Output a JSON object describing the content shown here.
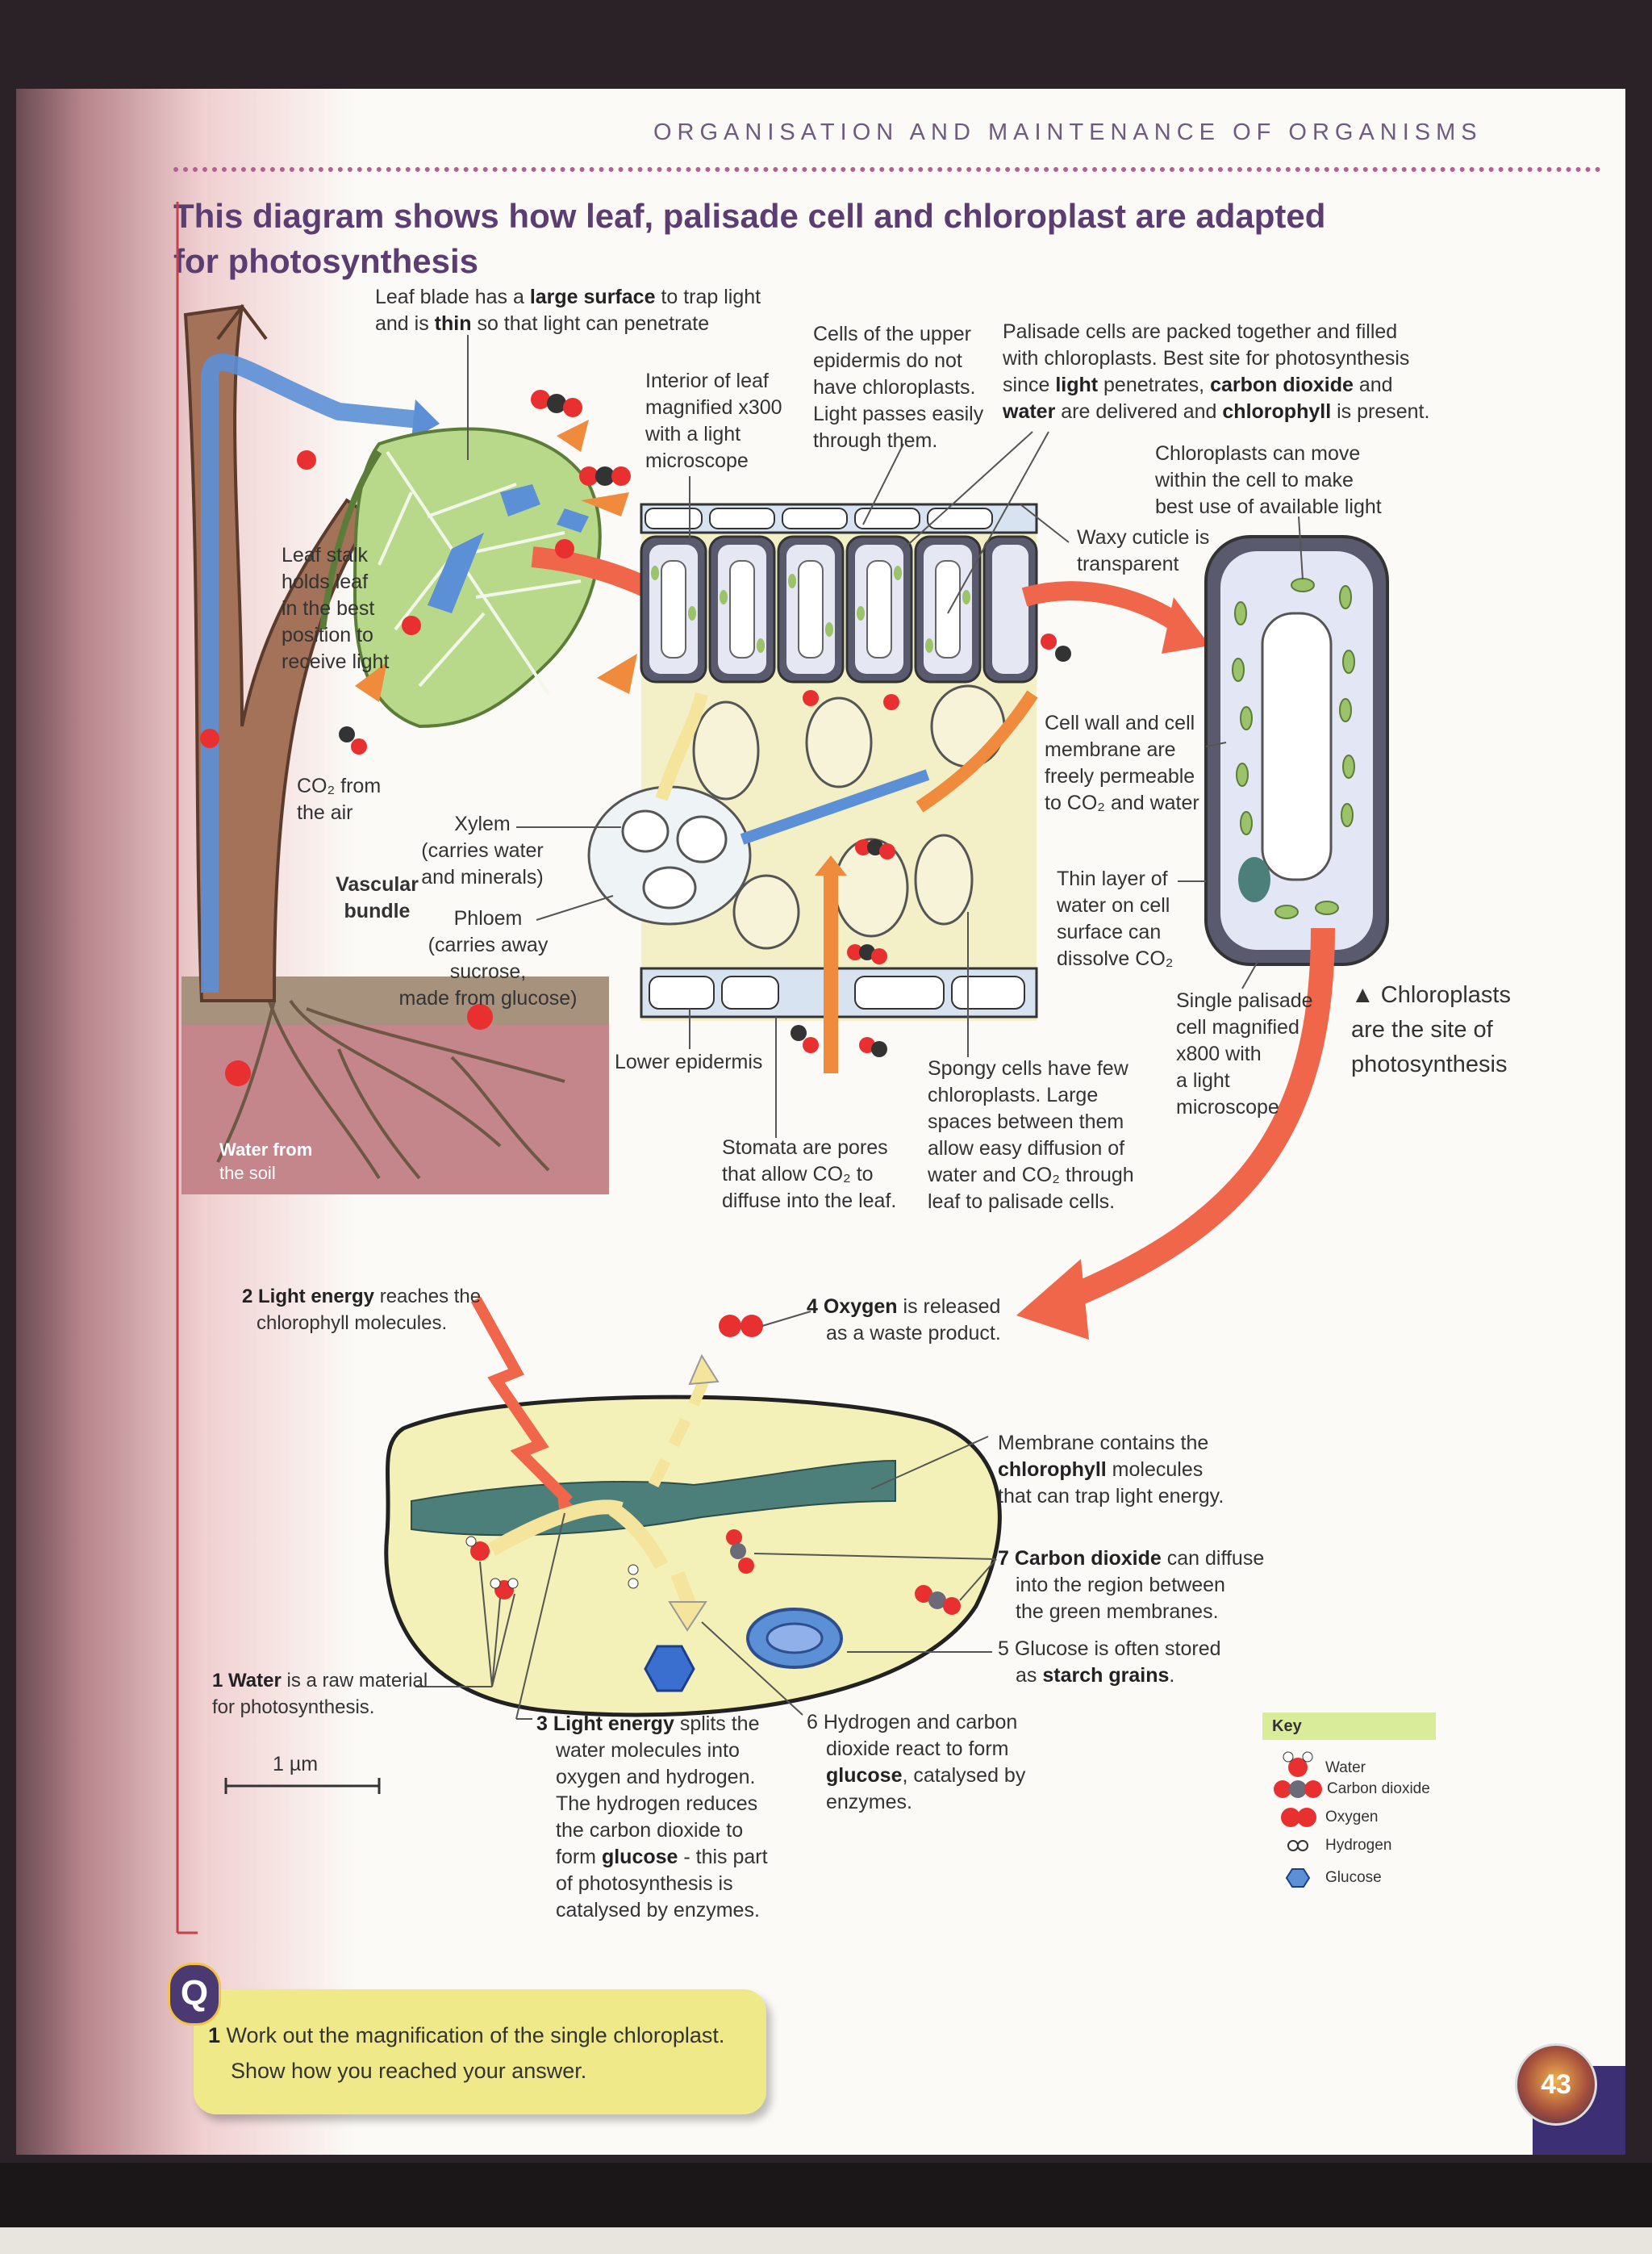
{
  "header": {
    "running_head": "ORGANISATION AND MAINTENANCE OF ORGANISMS",
    "title": "This diagram shows how leaf, palisade cell and chloroplast are adapted for photosynthesis"
  },
  "labels": {
    "leaf_blade_1": "Leaf blade has a ",
    "leaf_blade_b1": "large surface",
    "leaf_blade_2": " to trap light",
    "leaf_blade_3": "and is ",
    "leaf_blade_b2": "thin",
    "leaf_blade_4": " so that light can penetrate",
    "interior_leaf": [
      "Interior of leaf",
      "magnified x300",
      "with a light",
      "microscope"
    ],
    "upper_epidermis": [
      "Cells of the upper",
      "epidermis do not",
      "have chloroplasts.",
      "Light passes easily",
      "through them."
    ],
    "palisade_1": "Palisade cells are packed together and filled",
    "palisade_2": "with chloroplasts. Best site for photosynthesis",
    "palisade_3a": "since ",
    "palisade_3b": "light",
    "palisade_3c": " penetrates, ",
    "palisade_3d": "carbon dioxide",
    "palisade_3e": " and",
    "palisade_4a": "water",
    "palisade_4b": " are delivered and ",
    "palisade_4c": "chlorophyll",
    "palisade_4d": " is present.",
    "chloroplasts_move": [
      "Chloroplasts can move",
      "within the cell to make",
      "best use of available light"
    ],
    "waxy_cuticle": [
      "Waxy cuticle is",
      "transparent"
    ],
    "leaf_stalk": [
      "Leaf stalk",
      "holds leaf",
      "in the best",
      "position to",
      "receive light"
    ],
    "co2_from_air": [
      "CO₂ from",
      "the air"
    ],
    "xylem": [
      "Xylem",
      "(carries water",
      "and minerals)"
    ],
    "vascular_bundle": [
      "Vascular",
      "bundle"
    ],
    "phloem": [
      "Phloem",
      "(carries away sucrose,",
      "made from glucose)"
    ],
    "cell_wall": [
      "Cell wall and cell",
      "membrane are",
      "freely permeable",
      "to CO₂ and water"
    ],
    "thin_layer": [
      "Thin layer of",
      "water on cell",
      "surface can",
      "dissolve CO₂"
    ],
    "single_palisade": [
      "Single palisade",
      "cell magnified",
      "x800 with",
      "a light",
      "microscope"
    ],
    "chloroplast_site": [
      "▲ Chloroplasts",
      "are the site of",
      "photosynthesis"
    ],
    "lower_epidermis": "Lower epidermis",
    "water_soil": [
      "Water from",
      "the soil"
    ],
    "stomata": [
      "Stomata are pores",
      "that allow CO₂ to",
      "diffuse into the leaf."
    ],
    "spongy": [
      "Spongy cells have few",
      "chloroplasts. Large",
      "spaces between them",
      "allow easy diffusion of",
      "water and CO₂ through",
      "leaf to palisade cells."
    ]
  },
  "chloroplast_labels": {
    "step2_b": "2 Light energy",
    "step2_a": " reaches the",
    "step2_c": "chlorophyll molecules.",
    "step4_b": "4 Oxygen",
    "step4_a": " is released",
    "step4_c": "as a waste product.",
    "membrane_1": "Membrane contains the",
    "membrane_b": "chlorophyll",
    "membrane_2": " molecules",
    "membrane_3": "that can trap light energy.",
    "step7_b": "7 Carbon dioxide",
    "step7_a": " can diffuse",
    "step7_c": "into the region between",
    "step7_d": "the green membranes.",
    "step5_a": "5 Glucose is often stored",
    "step5_b1": "as ",
    "step5_b": "starch grains",
    "step5_c": ".",
    "step1_b": "1 Water",
    "step1_a": " is a raw material",
    "step1_c": "for photosynthesis.",
    "scale": "1 µm",
    "step3_b": "3 Light energy",
    "step3_a": " splits the",
    "step3_lines": [
      "water molecules into",
      "oxygen and hydrogen.",
      "The hydrogen reduces",
      "the carbon dioxide to"
    ],
    "step3_f1": "form ",
    "step3_fb": "glucose",
    "step3_f2": " - this part",
    "step3_lines2": [
      "of photosynthesis is",
      "catalysed by enzymes."
    ],
    "step6_a": "6 Hydrogen and carbon",
    "step6_b": "dioxide react to form",
    "step6_cb": "glucose",
    "step6_c": ", catalysed by",
    "step6_d": "enzymes."
  },
  "key": {
    "title": "Key",
    "items": [
      "Water",
      "Carbon dioxide",
      "Oxygen",
      "Hydrogen",
      "Glucose"
    ]
  },
  "question": {
    "icon": "Q",
    "num": "1",
    "line1": " Work out the magnification of the single chloroplast.",
    "line2": "Show how you reached your answer."
  },
  "page_number": "43",
  "colors": {
    "title": "#5b3d72",
    "leaf_green": "#b8d98a",
    "chloroplast_green": "#9ac36a",
    "arrow_orange": "#f08a3c",
    "arrow_blue": "#5b8fd6",
    "water_red": "#e83030",
    "co2_grey": "#6a6a78",
    "stroma_yellow": "#f4f1b8",
    "thylakoid_teal": "#4d7f7a",
    "question_yellow": "#f0e98a"
  }
}
